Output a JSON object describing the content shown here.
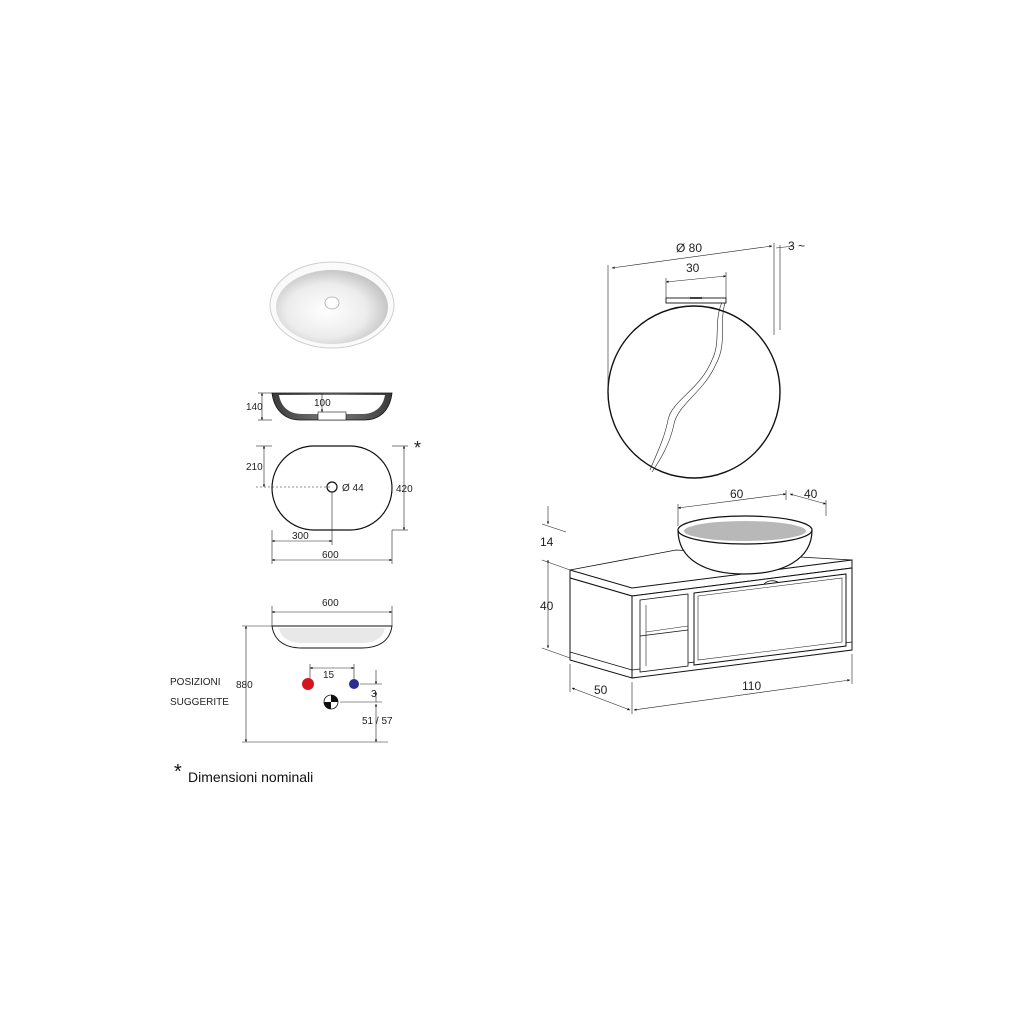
{
  "basin": {
    "height": "140",
    "wall": "100",
    "half_depth": "210",
    "depth": "420",
    "drain": "Ø 44",
    "half_width": "300",
    "width": "600",
    "asterisk": "*"
  },
  "elevation": {
    "width": "600",
    "total_height": "880",
    "spacing": "15",
    "offset": "3",
    "drain_height": "51 / 57",
    "label_line1": "POSIZIONI",
    "label_line2": "SUGGERITE",
    "colors": {
      "hot": "#d4161c",
      "cold": "#2b2e8c"
    }
  },
  "note": {
    "asterisk": "*",
    "text": "Dimensioni nominali"
  },
  "assembly": {
    "mirror_diameter": "Ø 80",
    "lamp_width": "30",
    "mirror_depth": "3 ~",
    "basin_width": "60",
    "basin_depth": "40",
    "basin_height": "14",
    "cabinet_height": "40",
    "cabinet_depth": "50",
    "cabinet_width": "110"
  }
}
